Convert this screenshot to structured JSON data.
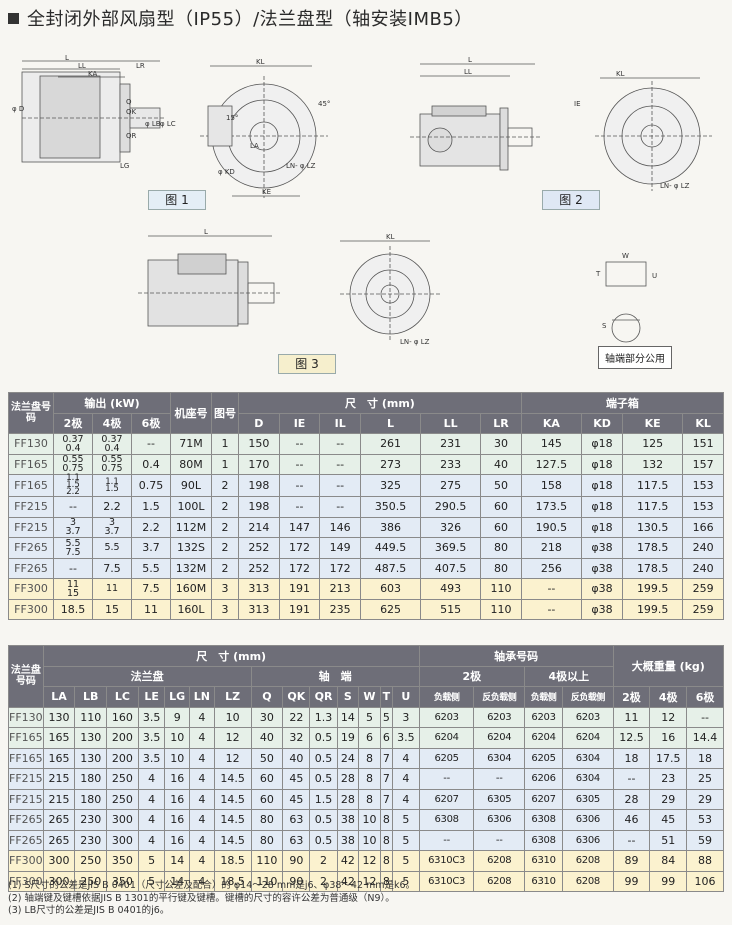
{
  "title": "全封闭外部风扇型（IP55）/法兰盘型（轴安装IMB5）",
  "figures": {
    "fig1": "图 1",
    "fig2": "图 2",
    "fig3": "图 3",
    "shaft_note": "轴端部分公用"
  },
  "dim_labels": {
    "L": "L",
    "LL": "LL",
    "LR": "LR",
    "KA": "KA",
    "KL": "KL",
    "KE": "KE",
    "QK": "QK",
    "QR": "QR",
    "Q": "Q",
    "KD": "φ KD",
    "D": "φ D",
    "LA": "LA",
    "LB": "φ LB",
    "LC": "φ LC",
    "LG": "LG",
    "LN": "LN- φ LZ",
    "IE": "IE",
    "deg45": "45°",
    "deg15": "15°",
    "W": "W",
    "U": "U",
    "T": "T",
    "S": "S"
  },
  "table1": {
    "header_code": "法兰盘号码",
    "header_output": "输出 (kW)",
    "header_frame": "机座号",
    "header_fig": "图号",
    "header_dims": "尺　寸 (mm)",
    "header_terminal": "端子箱",
    "sub_output": [
      "2极",
      "4极",
      "6极"
    ],
    "sub_dims": [
      "D",
      "IE",
      "IL",
      "L",
      "LL",
      "LR"
    ],
    "sub_terminal": [
      "KA",
      "KD",
      "KE",
      "KL"
    ],
    "rows": [
      {
        "g": "a",
        "code": "FF130",
        "p2": "0.37\n0.4",
        "p4": "0.37\n0.4",
        "p6": "--",
        "frame": "71M",
        "fig": "1",
        "D": "150",
        "IE": "--",
        "IL": "--",
        "L": "261",
        "LL": "231",
        "LR": "30",
        "KA": "145",
        "KD": "φ18",
        "KE": "125",
        "KL": "151"
      },
      {
        "g": "a",
        "code": "FF165",
        "p2": "0.55\n0.75",
        "p4": "0.55\n0.75",
        "p6": "0.4",
        "frame": "80M",
        "fig": "1",
        "D": "170",
        "IE": "--",
        "IL": "--",
        "L": "273",
        "LL": "233",
        "LR": "40",
        "KA": "127.5",
        "KD": "φ18",
        "KE": "132",
        "KL": "157"
      },
      {
        "g": "b",
        "code": "FF165",
        "p2": "1.1\n1.5\n2.2",
        "p4": "1.1\n1.5",
        "p6": "0.75",
        "frame": "90L",
        "fig": "2",
        "D": "198",
        "IE": "--",
        "IL": "--",
        "L": "325",
        "LL": "275",
        "LR": "50",
        "KA": "158",
        "KD": "φ18",
        "KE": "117.5",
        "KL": "153"
      },
      {
        "g": "b",
        "code": "FF215",
        "p2": "--",
        "p4": "2.2",
        "p6": "1.5",
        "frame": "100L",
        "fig": "2",
        "D": "198",
        "IE": "--",
        "IL": "--",
        "L": "350.5",
        "LL": "290.5",
        "LR": "60",
        "KA": "173.5",
        "KD": "φ18",
        "KE": "117.5",
        "KL": "153"
      },
      {
        "g": "b",
        "code": "FF215",
        "p2": "3\n3.7",
        "p4": "3\n3.7",
        "p6": "2.2",
        "frame": "112M",
        "fig": "2",
        "D": "214",
        "IE": "147",
        "IL": "146",
        "L": "386",
        "LL": "326",
        "LR": "60",
        "KA": "190.5",
        "KD": "φ18",
        "KE": "130.5",
        "KL": "166"
      },
      {
        "g": "b",
        "code": "FF265",
        "p2": "5.5\n7.5",
        "p4": "5.5",
        "p6": "3.7",
        "frame": "132S",
        "fig": "2",
        "D": "252",
        "IE": "172",
        "IL": "149",
        "L": "449.5",
        "LL": "369.5",
        "LR": "80",
        "KA": "218",
        "KD": "φ38",
        "KE": "178.5",
        "KL": "240"
      },
      {
        "g": "b",
        "code": "FF265",
        "p2": "--",
        "p4": "7.5",
        "p6": "5.5",
        "frame": "132M",
        "fig": "2",
        "D": "252",
        "IE": "172",
        "IL": "172",
        "L": "487.5",
        "LL": "407.5",
        "LR": "80",
        "KA": "256",
        "KD": "φ38",
        "KE": "178.5",
        "KL": "240"
      },
      {
        "g": "c",
        "code": "FF300",
        "p2": "11\n15",
        "p4": "11",
        "p6": "7.5",
        "frame": "160M",
        "fig": "3",
        "D": "313",
        "IE": "191",
        "IL": "213",
        "L": "603",
        "LL": "493",
        "LR": "110",
        "KA": "--",
        "KD": "φ38",
        "KE": "199.5",
        "KL": "259"
      },
      {
        "g": "c",
        "code": "FF300",
        "p2": "18.5",
        "p4": "15",
        "p6": "11",
        "frame": "160L",
        "fig": "3",
        "D": "313",
        "IE": "191",
        "IL": "235",
        "L": "625",
        "LL": "515",
        "LR": "110",
        "KA": "--",
        "KD": "φ38",
        "KE": "199.5",
        "KL": "259"
      }
    ]
  },
  "table2": {
    "header_code": "法兰盘号码",
    "header_dims": "尺　寸 (mm)",
    "header_flange": "法兰盘",
    "header_shaft": "轴　端",
    "header_bearing": "轴承号码",
    "header_2p": "2极",
    "header_4p": "4极以上",
    "header_weight": "大概重量 (kg)",
    "sub_flange": [
      "LA",
      "LB",
      "LC",
      "LE",
      "LG",
      "LN",
      "LZ"
    ],
    "sub_shaft": [
      "Q",
      "QK",
      "QR",
      "S",
      "W",
      "T",
      "U"
    ],
    "sub_bearing": [
      "负载侧",
      "反负载侧",
      "负载侧",
      "反负载侧"
    ],
    "sub_weight": [
      "2极",
      "4极",
      "6极"
    ],
    "rows": [
      {
        "g": "a",
        "v": [
          "FF130",
          "130",
          "110",
          "160",
          "3.5",
          "9",
          "4",
          "10",
          "30",
          "22",
          "1.3",
          "14",
          "5",
          "5",
          "3",
          "6203",
          "6203",
          "6203",
          "6203",
          "11",
          "12",
          "--"
        ]
      },
      {
        "g": "a",
        "v": [
          "FF165",
          "165",
          "130",
          "200",
          "3.5",
          "10",
          "4",
          "12",
          "40",
          "32",
          "0.5",
          "19",
          "6",
          "6",
          "3.5",
          "6204",
          "6204",
          "6204",
          "6204",
          "12.5",
          "16",
          "14.4"
        ]
      },
      {
        "g": "b",
        "v": [
          "FF165",
          "165",
          "130",
          "200",
          "3.5",
          "10",
          "4",
          "12",
          "50",
          "40",
          "0.5",
          "24",
          "8",
          "7",
          "4",
          "6205",
          "6304",
          "6205",
          "6304",
          "18",
          "17.5",
          "18"
        ]
      },
      {
        "g": "b",
        "v": [
          "FF215",
          "215",
          "180",
          "250",
          "4",
          "16",
          "4",
          "14.5",
          "60",
          "45",
          "0.5",
          "28",
          "8",
          "7",
          "4",
          "--",
          "--",
          "6206",
          "6304",
          "--",
          "23",
          "25"
        ]
      },
      {
        "g": "b",
        "v": [
          "FF215",
          "215",
          "180",
          "250",
          "4",
          "16",
          "4",
          "14.5",
          "60",
          "45",
          "1.5",
          "28",
          "8",
          "7",
          "4",
          "6207",
          "6305",
          "6207",
          "6305",
          "28",
          "29",
          "29"
        ]
      },
      {
        "g": "b",
        "v": [
          "FF265",
          "265",
          "230",
          "300",
          "4",
          "16",
          "4",
          "14.5",
          "80",
          "63",
          "0.5",
          "38",
          "10",
          "8",
          "5",
          "6308",
          "6306",
          "6308",
          "6306",
          "46",
          "45",
          "53"
        ]
      },
      {
        "g": "b",
        "v": [
          "FF265",
          "265",
          "230",
          "300",
          "4",
          "16",
          "4",
          "14.5",
          "80",
          "63",
          "0.5",
          "38",
          "10",
          "8",
          "5",
          "--",
          "--",
          "6308",
          "6306",
          "--",
          "51",
          "59"
        ]
      },
      {
        "g": "c",
        "v": [
          "FF300",
          "300",
          "250",
          "350",
          "5",
          "14",
          "4",
          "18.5",
          "110",
          "90",
          "2",
          "42",
          "12",
          "8",
          "5",
          "6310C3",
          "6208",
          "6310",
          "6208",
          "89",
          "84",
          "88"
        ]
      },
      {
        "g": "c",
        "v": [
          "FF300",
          "300",
          "250",
          "350",
          "5",
          "14",
          "4",
          "18.5",
          "110",
          "90",
          "2",
          "42",
          "12",
          "8",
          "5",
          "6310C3",
          "6208",
          "6310",
          "6208",
          "99",
          "99",
          "106"
        ]
      }
    ]
  },
  "notes": [
    "(1) S尺寸的公差是JIS B 0401（尺寸公差及配合）的 φ14～28 mm是j6、φ38～42 mm是k6。",
    "(2) 轴端键及键槽依据JIS B 1301的平行键及键槽。键槽的尺寸的容许公差为普通级（N9）。",
    "(3) LB尺寸的公差是JIS B 0401的j6。"
  ],
  "colors": {
    "header": "#6e6e78",
    "group_a": "#e6f0e8",
    "group_b": "#e3ebf5",
    "group_c": "#fbf2cf"
  }
}
